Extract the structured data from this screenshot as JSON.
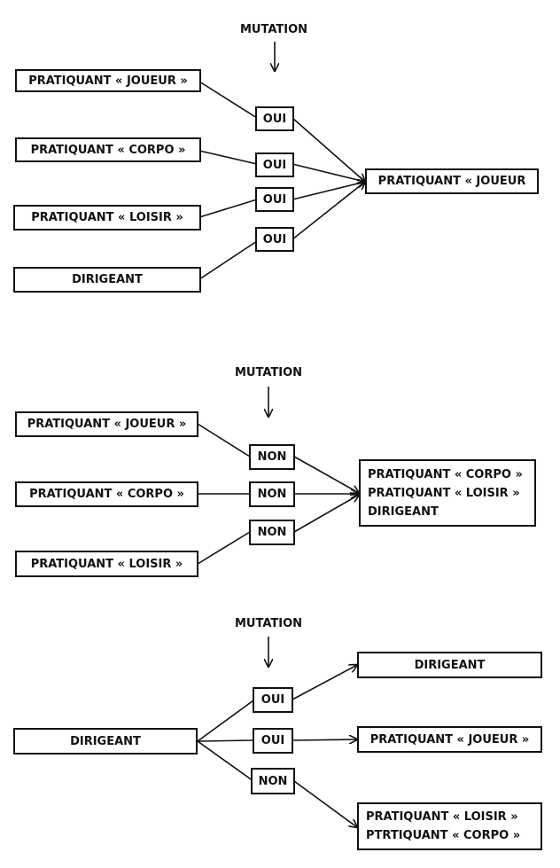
{
  "diagram1": {
    "title": "MUTATION",
    "sources": [
      "PRATIQUANT « JOUEUR »",
      "PRATIQUANT « CORPO »",
      "PRATIQUANT « LOISIR »",
      "DIRIGEANT"
    ],
    "conditions": [
      "OUI",
      "OUI",
      "OUI",
      "OUI"
    ],
    "target": "PRATIQUANT « JOUEUR"
  },
  "diagram2": {
    "title": "MUTATION",
    "sources": [
      "PRATIQUANT « JOUEUR »",
      "PRATIQUANT « CORPO »",
      "PRATIQUANT « LOISIR »"
    ],
    "conditions": [
      "NON",
      "NON",
      "NON"
    ],
    "target_lines": [
      "PRATIQUANT « CORPO »",
      "PRATIQUANT « LOISIR »",
      "DIRIGEANT"
    ]
  },
  "diagram3": {
    "title": "MUTATION",
    "source": "DIRIGEANT",
    "conditions": [
      "OUI",
      "OUI",
      "NON"
    ],
    "targets": [
      {
        "lines": [
          "DIRIGEANT"
        ]
      },
      {
        "lines": [
          "PRATIQUANT « JOUEUR »"
        ]
      },
      {
        "lines": [
          "PRATIQUANT « LOISIR »",
          "PTRTIQUANT « CORPO »"
        ]
      }
    ]
  }
}
